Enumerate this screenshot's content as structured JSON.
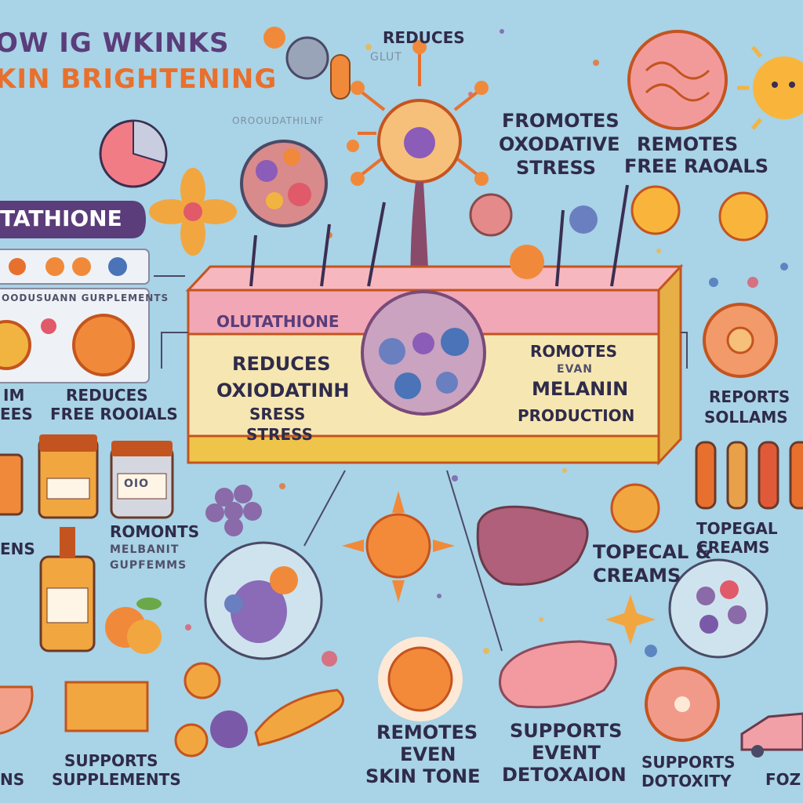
{
  "colors": {
    "background": "#a9d3e6",
    "skin_top": "#f2a7b7",
    "skin_mid": "#f6e7b2",
    "skin_base": "#efc44a",
    "title_orange": "#e8702e",
    "title_purple": "#5a3d7a",
    "label_navy": "#2f2b4a"
  },
  "title": {
    "line1": "OW IG WKINKS",
    "line2": "KIN BRIGHTENING"
  },
  "banner": {
    "label": "TATHIONE"
  },
  "labels": {
    "reduces_top": "REDUCES",
    "reduces_top_sub": "GLUT",
    "ghost_mid_top": "OROOUDATHILNF",
    "promotes_1": "FROMOTES",
    "promotes_2": "OXODATIVE",
    "promotes_3": "STRESS",
    "remotes_1": "REMOTES",
    "remotes_2": "FREE RAOALS",
    "left_panel": "OODUSUANN GURPLEMENTS",
    "reduces_left_1": "REDUCES",
    "reduces_left_2": "FREE ROOIALS",
    "left_cut_1": "IM",
    "left_cut_2": "EES",
    "skin_glut": "OLUTATHIONE",
    "skin_reduces": "REDUCES",
    "skin_ox": "OXIODATINH",
    "skin_stress_1": "SRESS",
    "skin_stress_2": "STRESS",
    "romotes_1": "ROMOTES",
    "romotes_2": "EVAN",
    "melanin": "MELANIN",
    "production": "PRODUCTION",
    "reports_1": "REPORTS",
    "reports_2": "SOLLAMS",
    "ens": "ENS",
    "romonts_1": "ROMONTS",
    "romonts_2": "MELBANIT",
    "romonts_3": "GUPFEMMS",
    "topecal_1": "TOPECAL &",
    "topecal_2": "CREAMS",
    "topical_r1": "TOPEGAL",
    "topical_r2": "CREAMS",
    "supports_supp_1": "SUPPORTS",
    "supports_supp_2": "SUPPLEMENTS",
    "remotes_even_1": "REMOTES",
    "remotes_even_2": "EVEN",
    "remotes_even_3": "SKIN TONE",
    "supports_detox_1": "SUPPORTS",
    "supports_detox_2": "EVENT",
    "supports_detox_3": "DETOXAION",
    "supports_dot_1": "SUPPORTS",
    "supports_dot_2": "DOTOXITY",
    "foz": "FOZ",
    "ns": "NS",
    "jar_label": "OIO"
  }
}
